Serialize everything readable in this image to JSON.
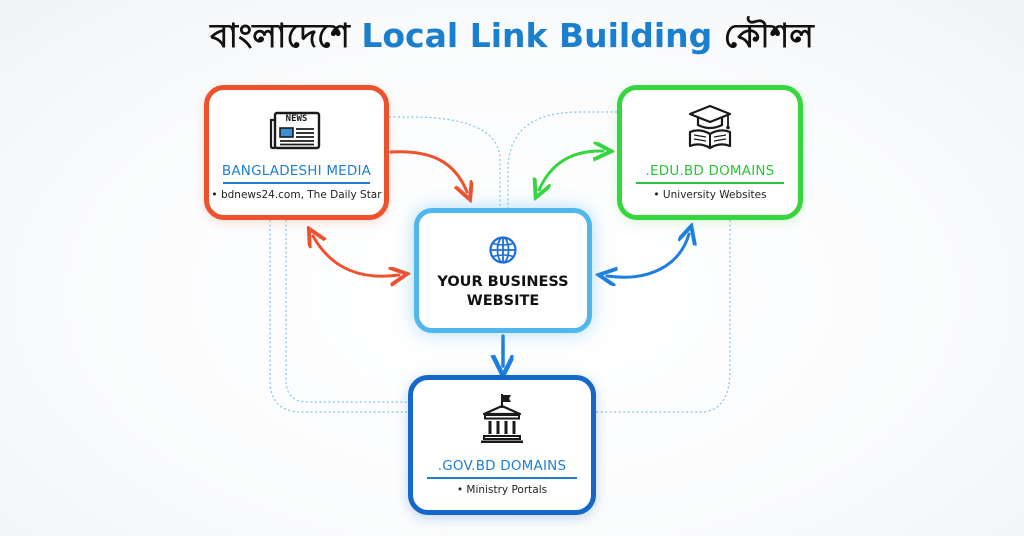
{
  "title": {
    "part_1": "বাংলাদেশে",
    "part_2": "Local Link Building",
    "part_3": "কৌশল"
  },
  "nodes": {
    "media": {
      "icon": "newspaper-icon",
      "icon_label": "NEWS",
      "title": "BANGLADESHI MEDIA",
      "bullet": "• bdnews24.com, The Daily Star",
      "color": "#f0512d"
    },
    "edu": {
      "icon": "graduation-cap-book-icon",
      "title": ".EDU.BD DOMAINS",
      "bullet": "• University Websites",
      "color": "#36d63f"
    },
    "center": {
      "icon": "globe-icon",
      "title_line_1": "YOUR BUSINESS",
      "title_line_2": "WEBSITE",
      "color": "#4fb6ee"
    },
    "gov": {
      "icon": "government-building-flag-icon",
      "title": ".GOV.BD DOMAINS",
      "bullet": "• Ministry Portals",
      "color": "#1567c9"
    }
  },
  "colors": {
    "title_accent": "#1b7fd0",
    "arrow_media": "#f0512d",
    "arrow_edu": "#36d63f",
    "arrow_blue": "#1d7fe0",
    "dashed_line": "#7fc4e8"
  }
}
